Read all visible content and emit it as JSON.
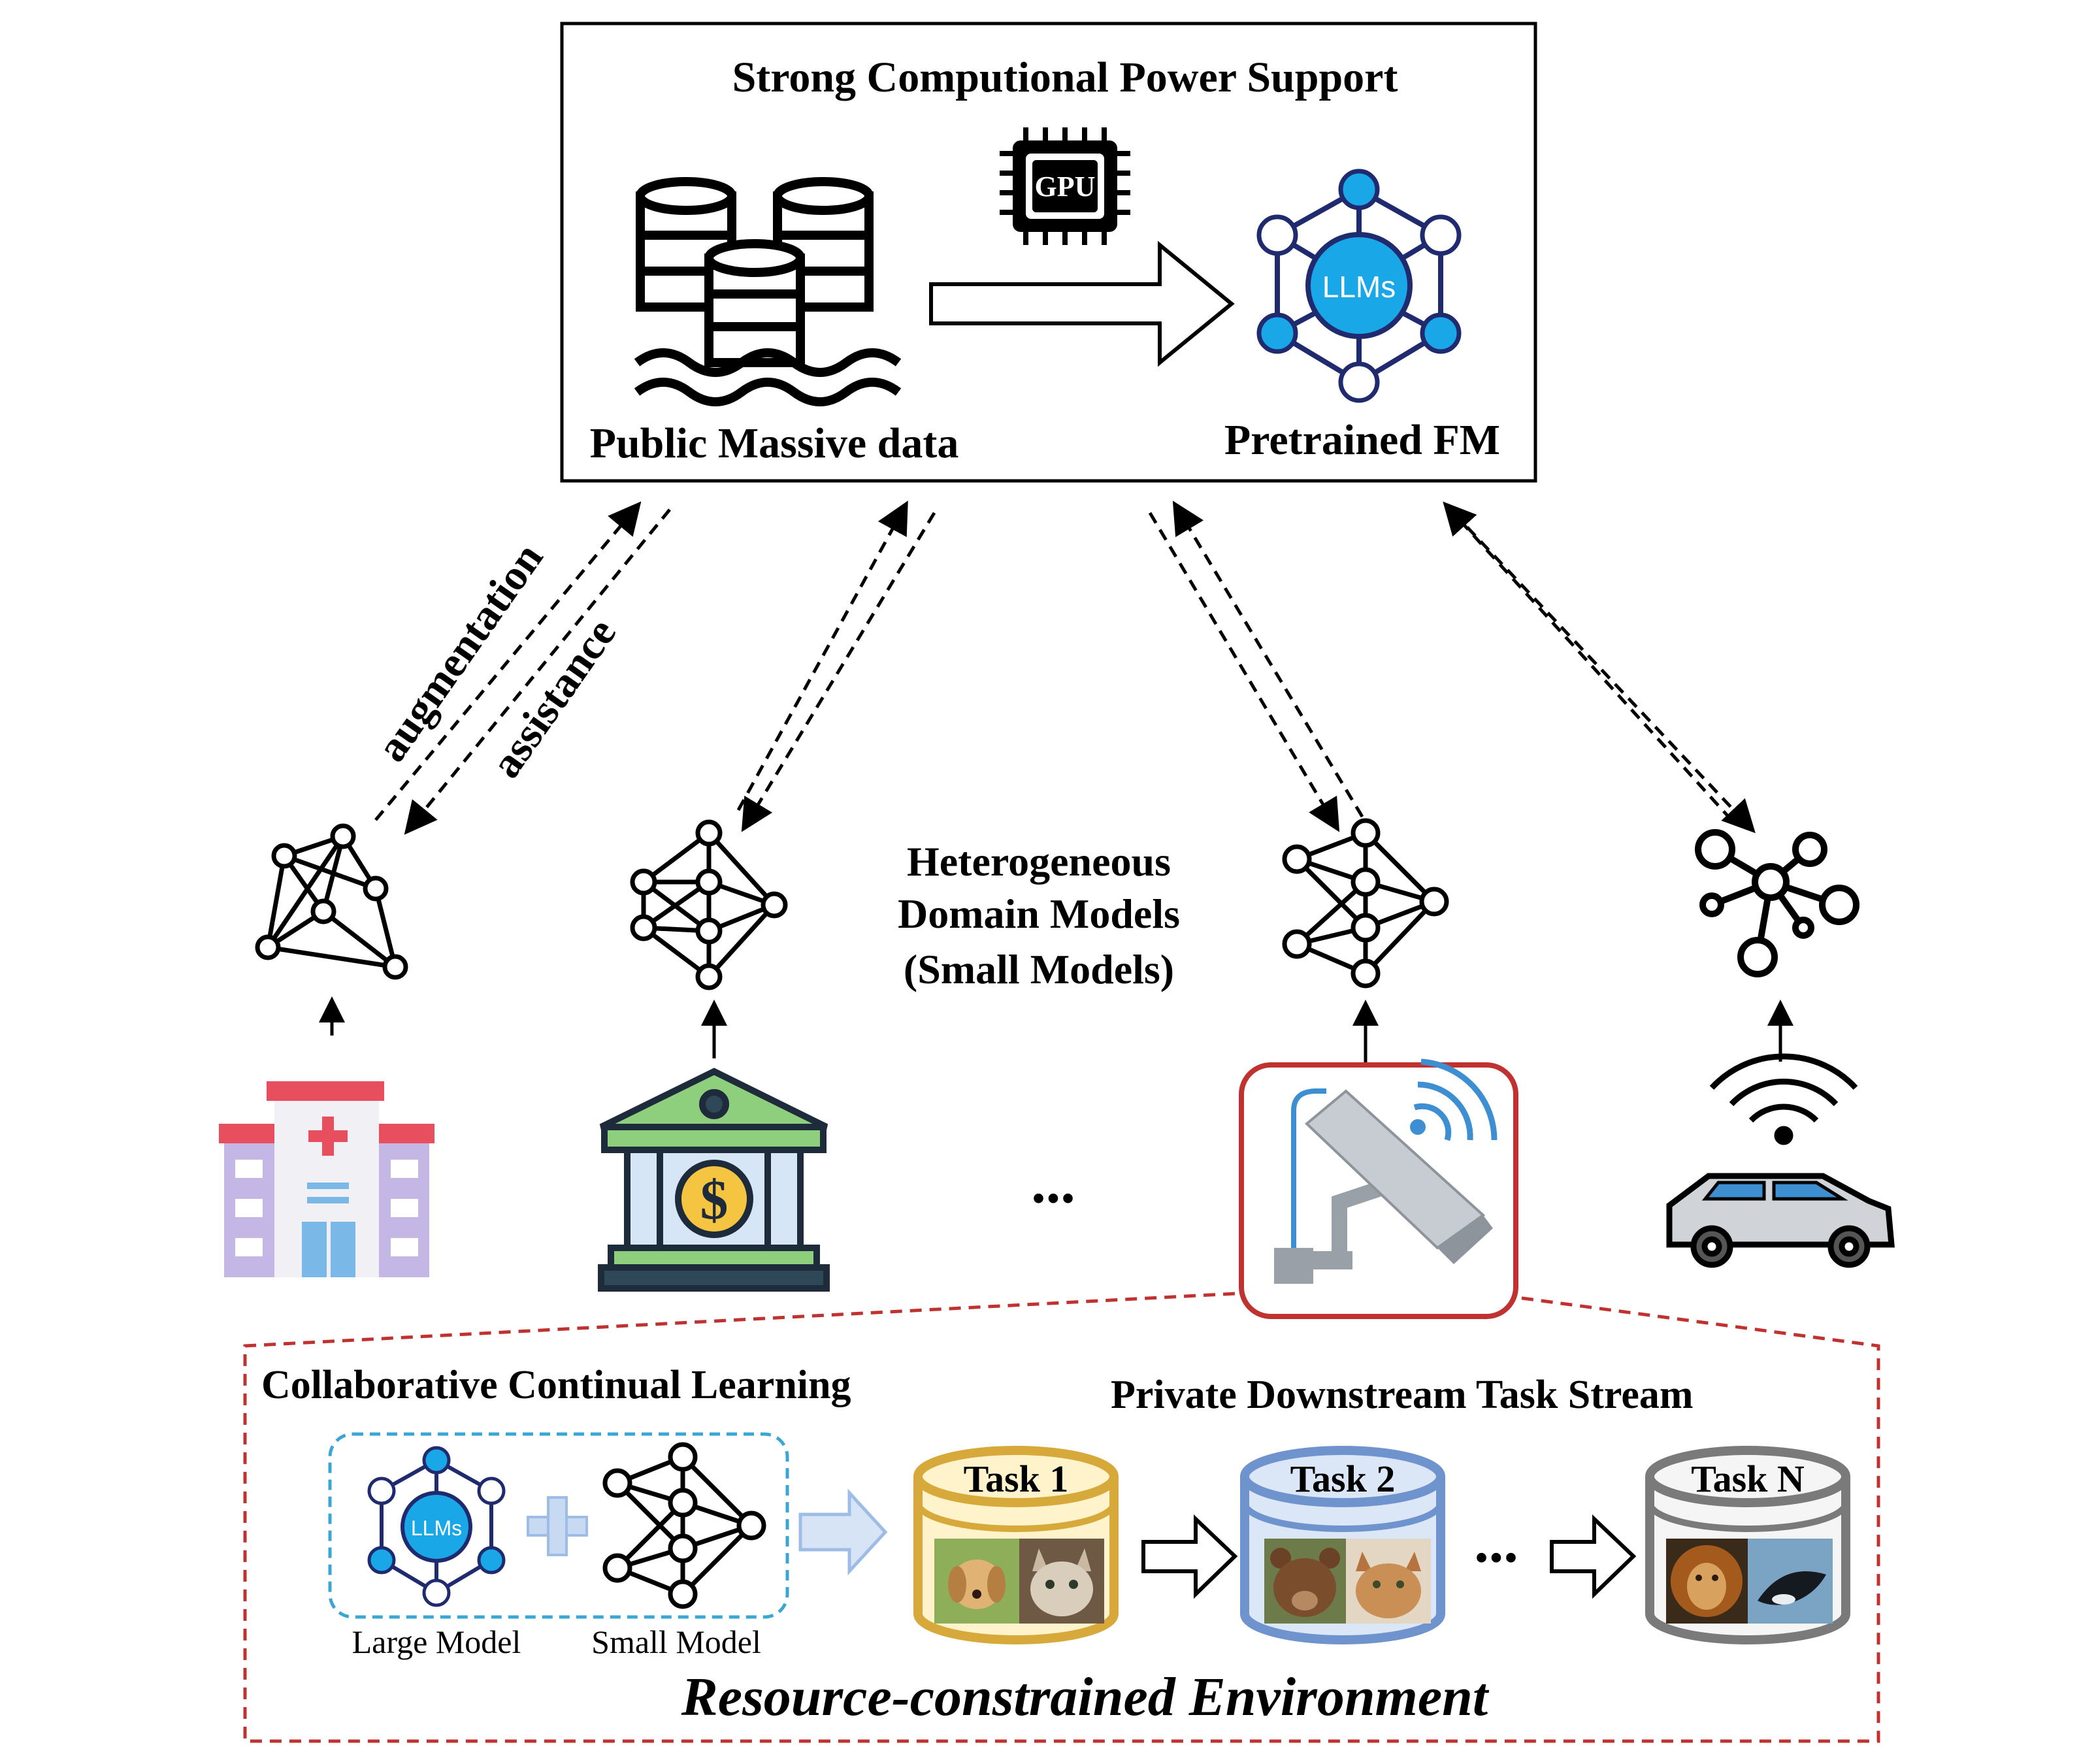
{
  "top_box": {
    "title": "Strong Computional Power Support",
    "gpu_label": "GPU",
    "data_label": "Public Massive data",
    "fm_label": "Pretrained FM",
    "llm_label": "LLMs"
  },
  "arrow_labels": {
    "augmentation": "augmentation",
    "assistance": "assistance"
  },
  "center_label": {
    "line1": "Heterogeneous",
    "line2": "Domain Models",
    "line3": "(Small Models)"
  },
  "ellipsis": "...",
  "bottom": {
    "ccl_title": "Collaborative Continual Learning",
    "stream_title": "Private Downstream Task Stream",
    "llm_label": "LLMs",
    "large_model": "Large Model",
    "small_model": "Small Model",
    "tasks": [
      "Task 1",
      "Task 2",
      "Task N"
    ],
    "task_ellipsis": "...",
    "environment": "Resource-constrained Environment"
  },
  "colors": {
    "llm_blue": "#1aa7e8",
    "node_outline": "#1f2b6e",
    "red_dash": "#c0322f",
    "task1": "#e8c160",
    "task2": "#7fa3d9",
    "taskN": "#808080",
    "plus_blue": "#9dbde6"
  }
}
